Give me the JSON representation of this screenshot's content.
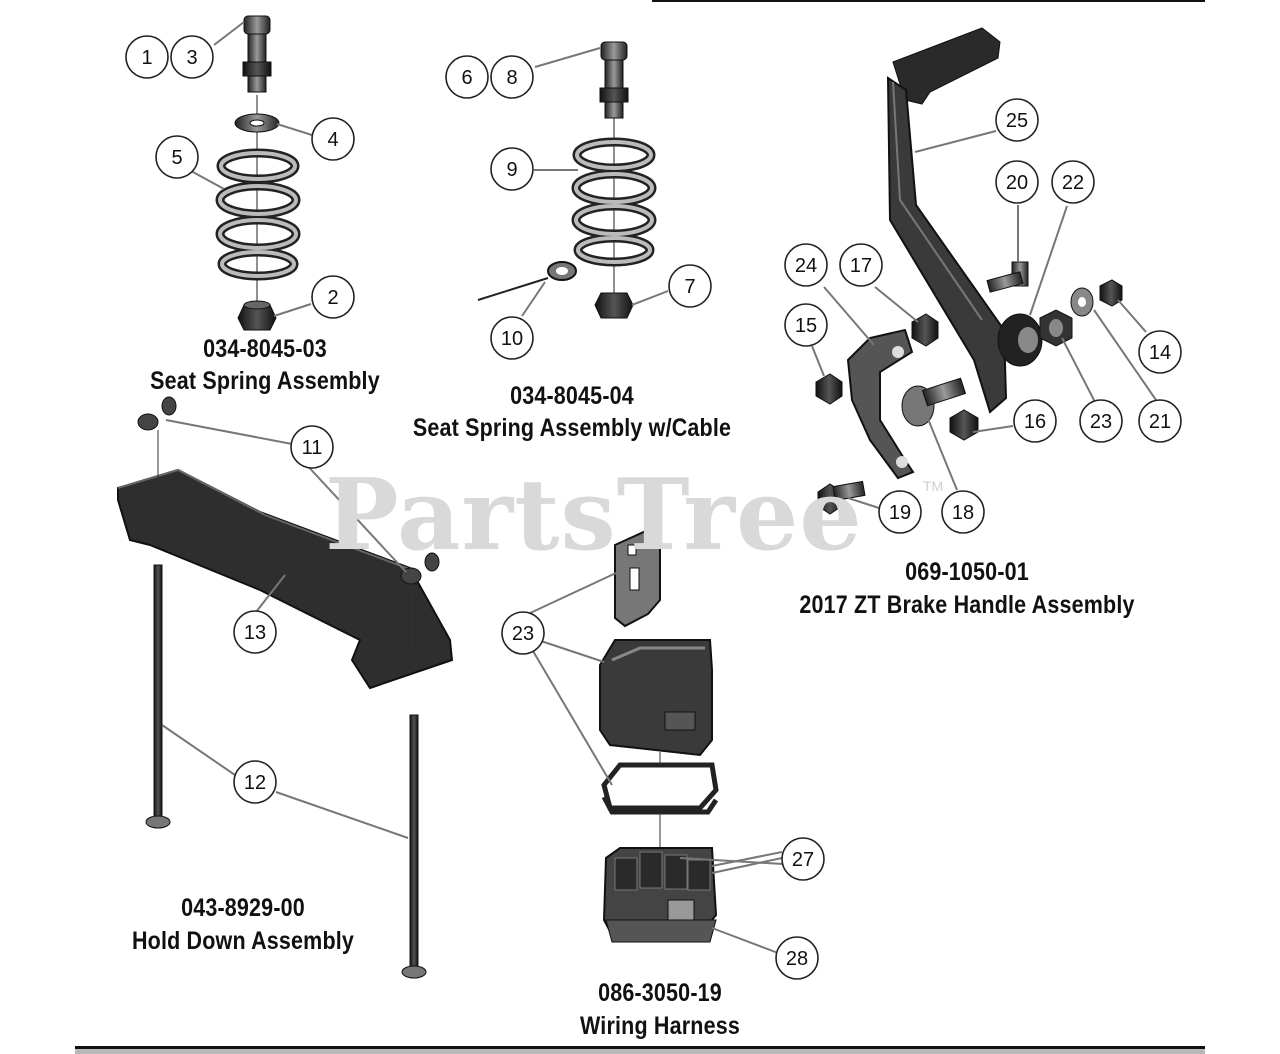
{
  "watermark": "PartsTree",
  "trademark": "TM",
  "assemblies": [
    {
      "part_number": "034-8045-03",
      "title": "Seat Spring Assembly"
    },
    {
      "part_number": "034-8045-04",
      "title": "Seat Spring Assembly w/Cable"
    },
    {
      "part_number": "069-1050-01",
      "title": "2017 ZT Brake Handle Assembly"
    },
    {
      "part_number": "043-8929-00",
      "title": "Hold Down Assembly"
    },
    {
      "part_number": "086-3050-19",
      "title": "Wiring Harness"
    }
  ],
  "callouts": [
    "1",
    "3",
    "4",
    "5",
    "2",
    "6",
    "8",
    "9",
    "7",
    "10",
    "25",
    "20",
    "22",
    "24",
    "17",
    "15",
    "14",
    "16",
    "23",
    "21",
    "19",
    "18",
    "11",
    "13",
    "12",
    "23",
    "27",
    "28"
  ]
}
